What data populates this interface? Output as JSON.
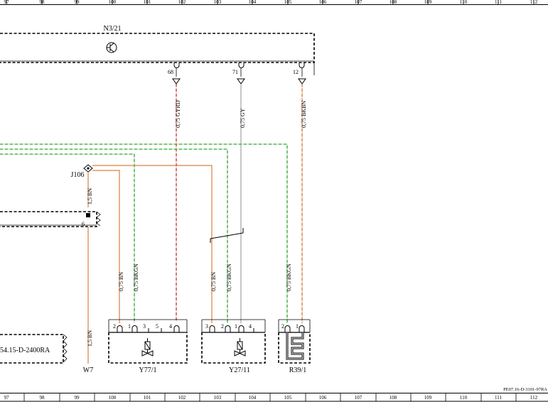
{
  "ruler": {
    "labels": [
      "97",
      "98",
      "99",
      "100",
      "101",
      "102",
      "103",
      "104",
      "105",
      "106",
      "107",
      "108",
      "109",
      "110",
      "111",
      "112"
    ]
  },
  "components": {
    "n3_21": {
      "name": "N3/21",
      "pins": [
        "68",
        "71",
        "12"
      ]
    },
    "y77_1": {
      "name": "Y77/1",
      "pins": [
        "2",
        "1",
        "3",
        "5",
        "4"
      ]
    },
    "y27_11": {
      "name": "Y27/11",
      "pins": [
        "3",
        "2",
        "1",
        "4"
      ]
    },
    "r39_1": {
      "name": "R39/1",
      "pins": [
        "2",
        "1"
      ]
    },
    "j106": {
      "name": "J106"
    },
    "w7": {
      "name": "W7"
    },
    "connector_left": {
      "pin": "6"
    },
    "reference_box": {
      "label": "54.15-D-2400RA"
    }
  },
  "wires": {
    "gyrd": "0,75 GYRD",
    "gy": "0,75 GY",
    "bkbn": "0,75 BKBN",
    "bn_j106": "1,5 BN",
    "bn_w7": "1,5 BN",
    "bn_y77": "0,75 BN",
    "bkgn_y77": "0,75 BKGN",
    "bn_y27": "0,75 BN",
    "bkgn_y27": "0,75 BKGN",
    "bkgn_r39": "0,75 BKGN"
  },
  "footer": {
    "doc_id": "PE07.16-D-3101-97RA"
  },
  "colors": {
    "bn": "#d9803f",
    "gn": "#3aa83a",
    "rd": "#d83030",
    "gy": "#a9a9a9",
    "bk": "#222222"
  }
}
